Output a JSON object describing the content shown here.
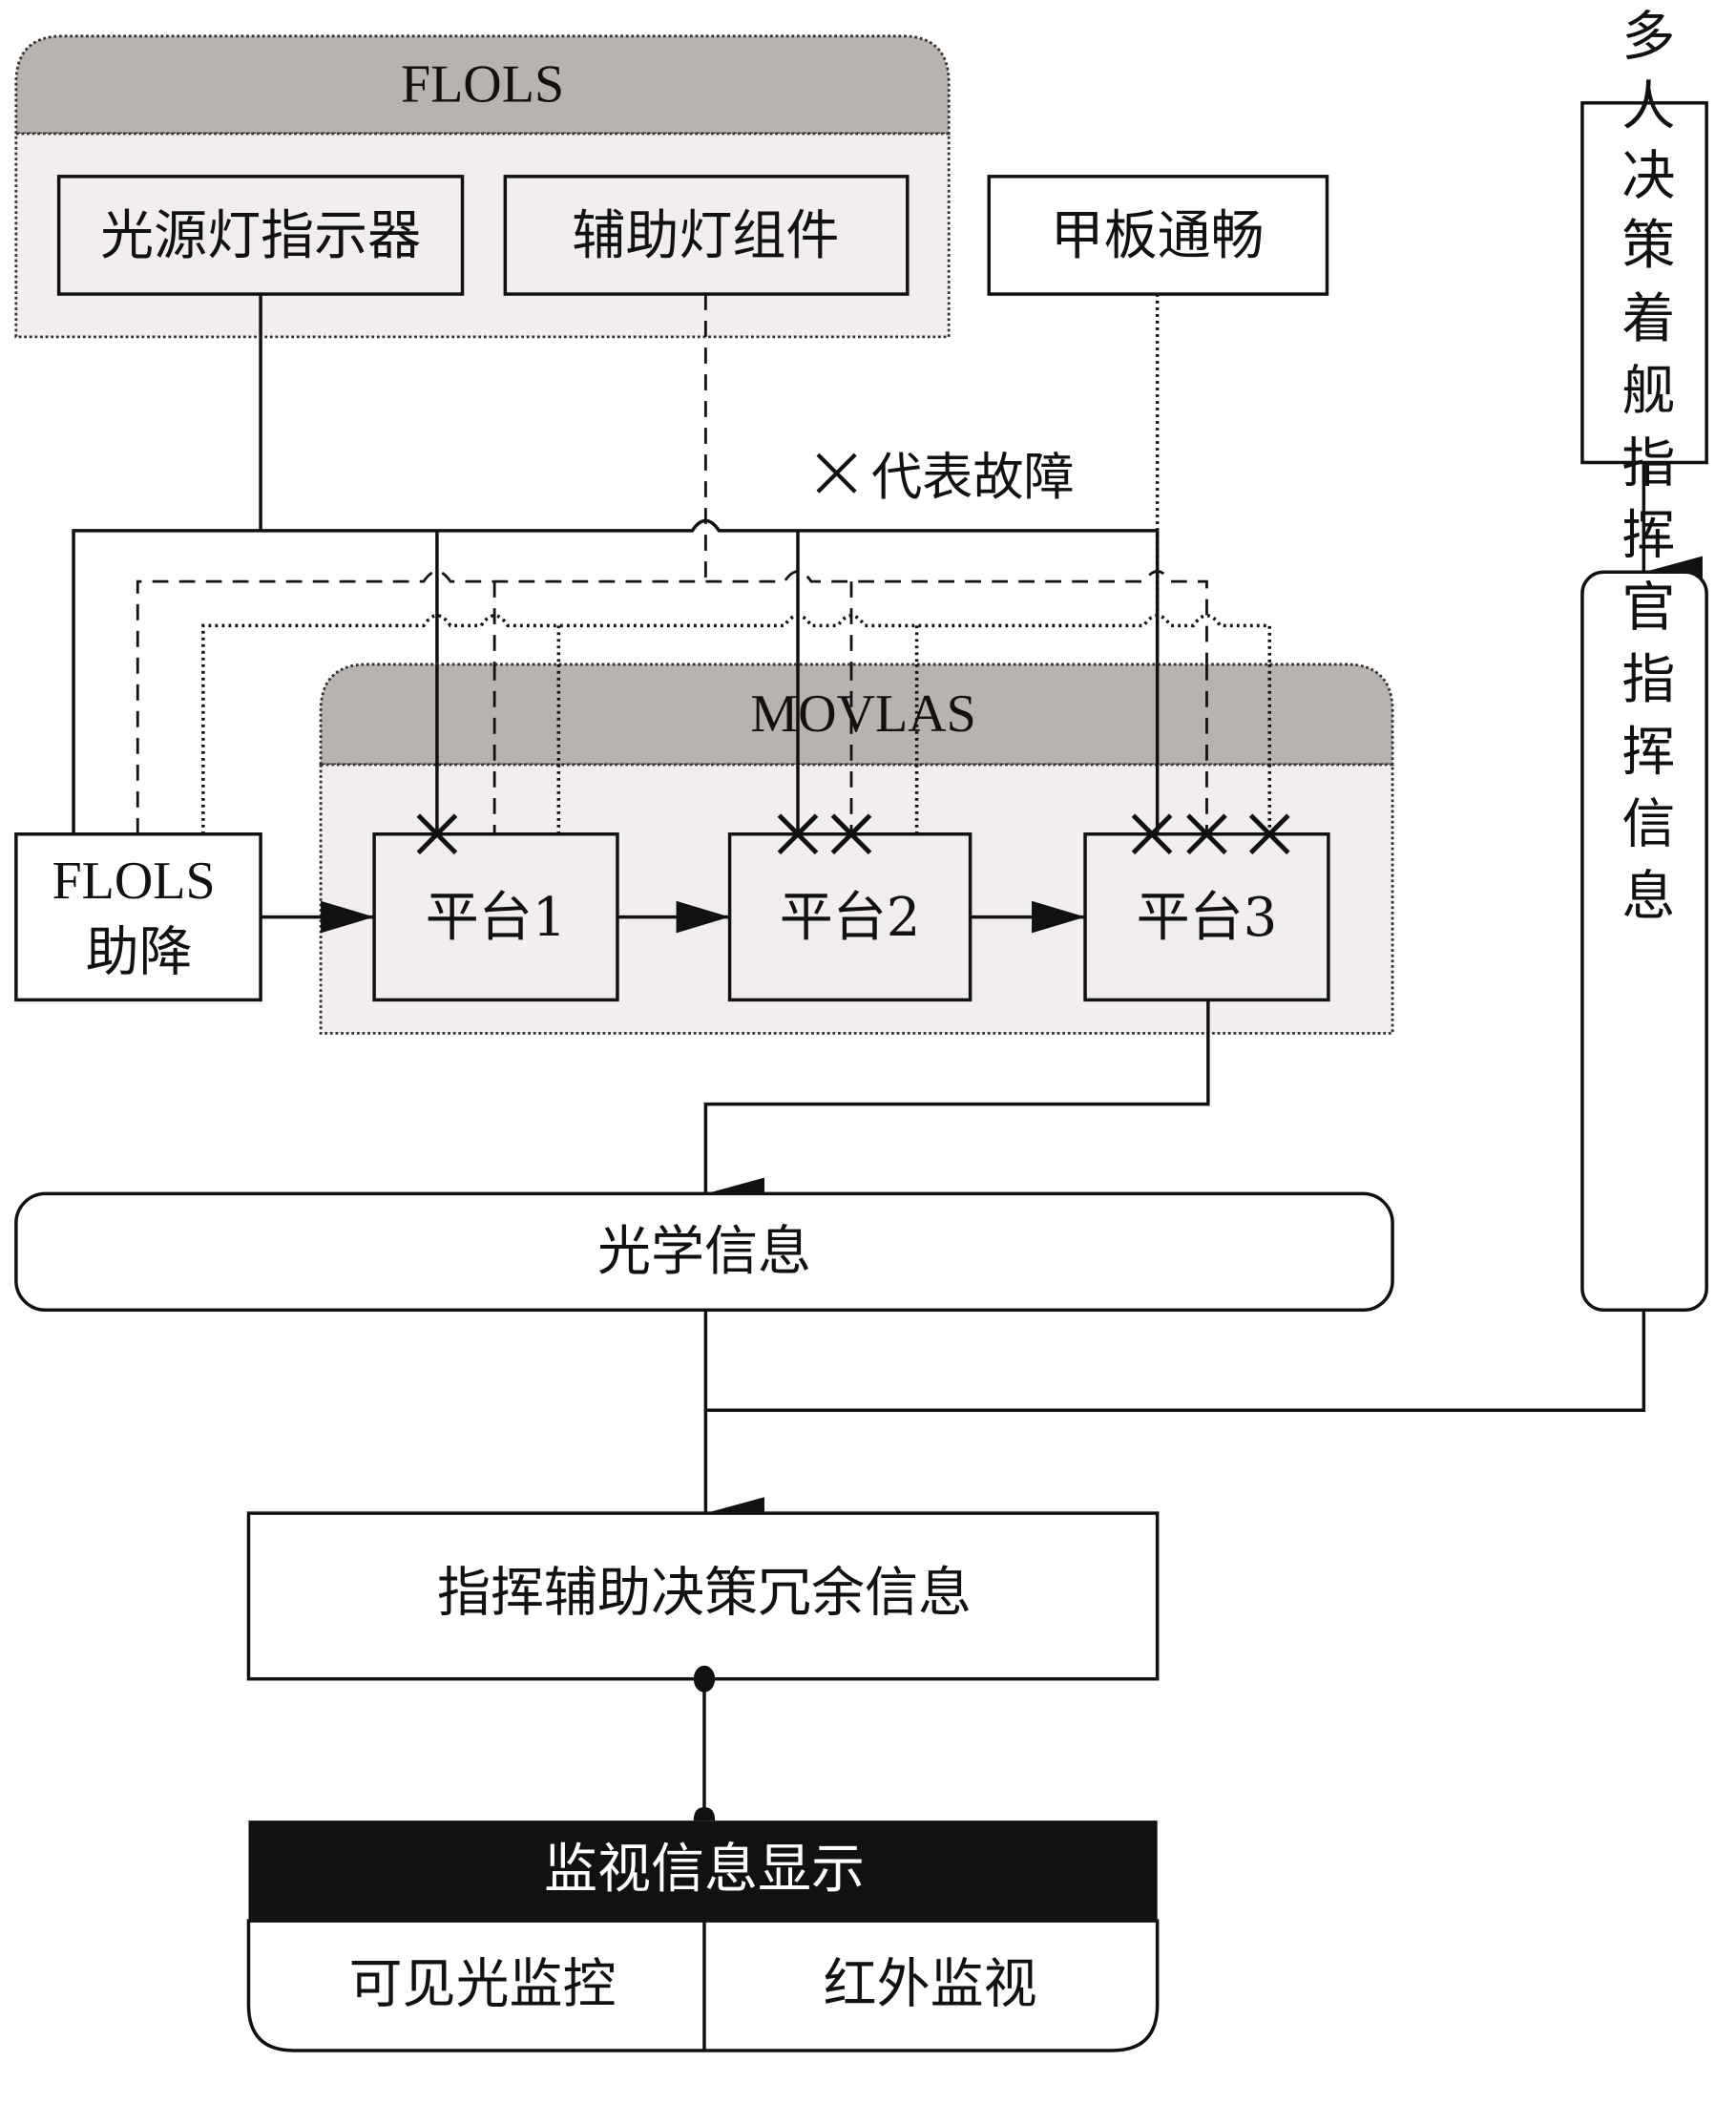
{
  "colors": {
    "group_header": "#b9b3b0",
    "group_body": "#f1eeed",
    "line": "#111111",
    "monitor_header": "#111111",
    "monitor_header_text": "#ffffff"
  },
  "legend": {
    "fault_symbol": "×",
    "fault_label": "代表故障"
  },
  "flols_group": {
    "title": "FLOLS",
    "components": [
      {
        "label": "光源灯指示器",
        "line_style": "solid"
      },
      {
        "label": "辅助灯组件",
        "line_style": "dashed"
      }
    ]
  },
  "deck_clear": {
    "label": "甲板通畅",
    "line_style": "dotted"
  },
  "multi_decision": {
    "label": "多人决策"
  },
  "lso_command": {
    "label": "着舰指挥官指挥信息"
  },
  "flols_assist": {
    "line1": "FLOLS",
    "line2": "助降"
  },
  "movlas_group": {
    "title": "MOVLAS",
    "platforms": [
      {
        "label": "平台1",
        "faults": 1
      },
      {
        "label": "平台2",
        "faults": 2
      },
      {
        "label": "平台3",
        "faults": 3
      }
    ]
  },
  "optical_info": {
    "label": "光学信息"
  },
  "redundant_info": {
    "label": "指挥辅助决策冗余信息"
  },
  "monitor": {
    "title": "监视信息显示",
    "cells": [
      {
        "label": "可见光监控"
      },
      {
        "label": "红外监视"
      }
    ]
  }
}
